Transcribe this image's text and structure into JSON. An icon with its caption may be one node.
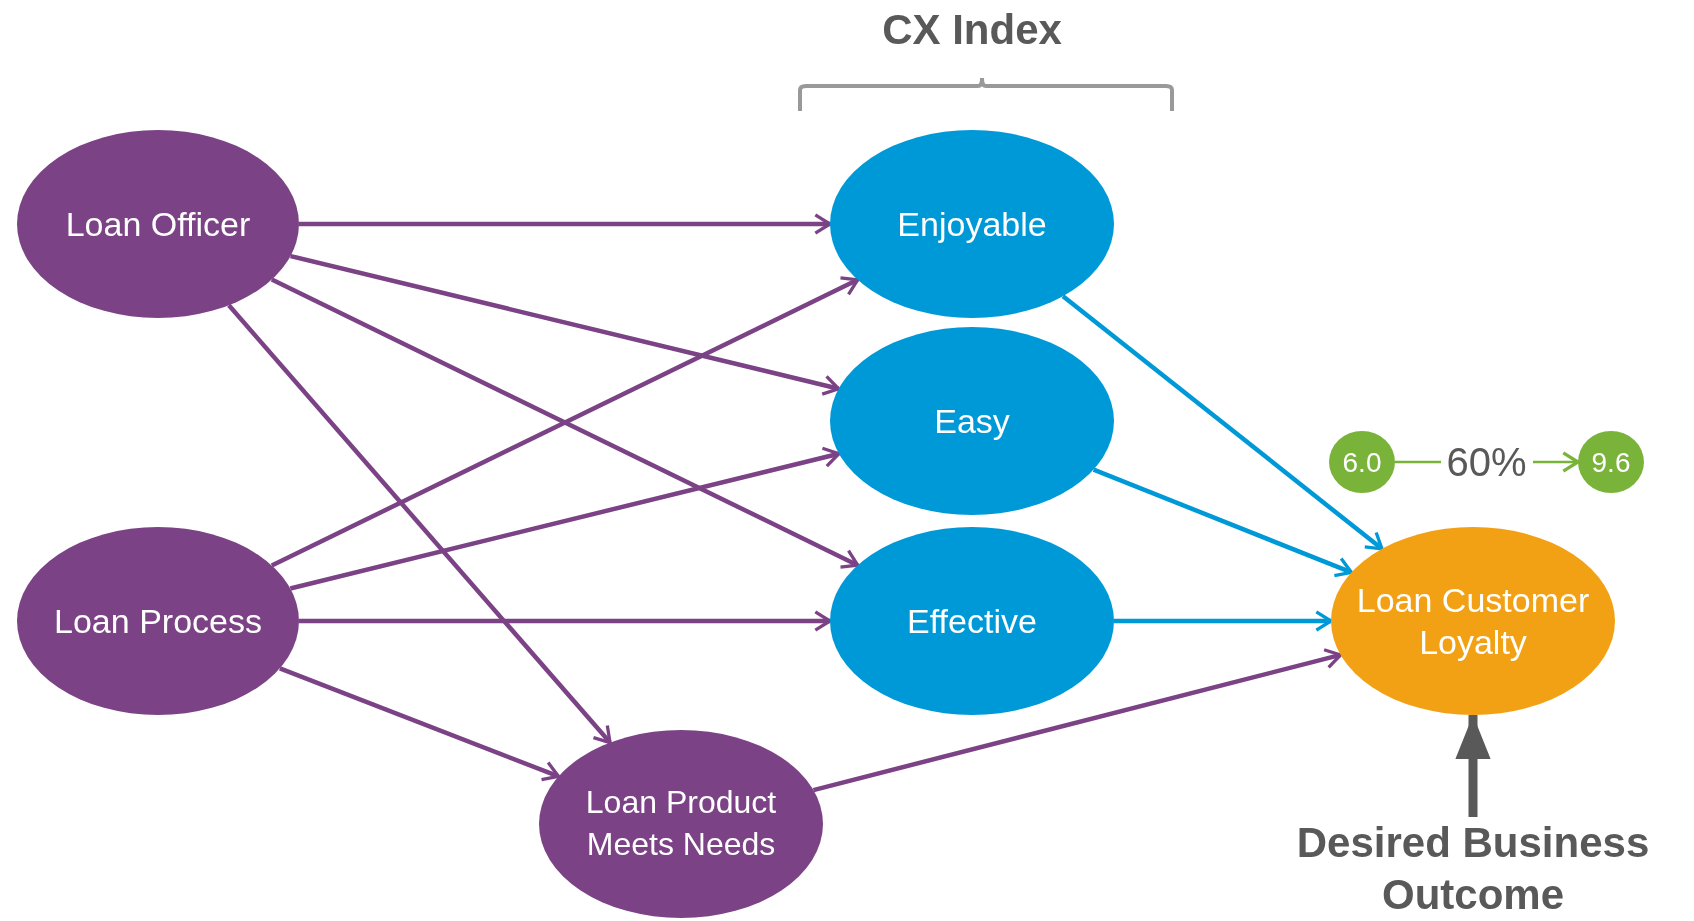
{
  "diagram": {
    "title": "CX Index",
    "nodes": [
      {
        "text": [
          "Loan Officer"
        ]
      },
      {
        "text": [
          "Loan Process"
        ]
      },
      {
        "text": [
          "Enjoyable"
        ]
      },
      {
        "text": [
          "Easy"
        ]
      },
      {
        "text": [
          "Effective"
        ]
      },
      {
        "text": [
          "Loan Product Meets Needs"
        ]
      },
      {
        "text": [
          "Loan Customer Loyalty"
        ]
      },
      {
        "text": [
          "6.0"
        ]
      },
      {
        "text": [
          "9.6"
        ]
      },
      {
        "text": [
          "Desired Business Outcome"
        ]
      }
    ],
    "edges": [
      {
        "from": 0,
        "to": 2,
        "arrow": "to"
      },
      {
        "from": 0,
        "to": 3,
        "arrow": "to"
      },
      {
        "from": 0,
        "to": 4,
        "arrow": "to"
      },
      {
        "from": 0,
        "to": 5,
        "arrow": "to"
      },
      {
        "from": 1,
        "to": 2,
        "arrow": "to"
      },
      {
        "from": 1,
        "to": 3,
        "arrow": "to"
      },
      {
        "from": 1,
        "to": 4,
        "arrow": "to"
      },
      {
        "from": 1,
        "to": 5,
        "arrow": "to"
      },
      {
        "from": 2,
        "to": 6,
        "arrow": "to",
        "color": "#0099d8"
      },
      {
        "from": 3,
        "to": 6,
        "arrow": "to",
        "color": "#0099d8"
      },
      {
        "from": 4,
        "to": 6,
        "arrow": "to",
        "color": "#0099d8"
      },
      {
        "from": 5,
        "to": 6,
        "arrow": "to"
      },
      {
        "from": 7,
        "to": 8,
        "arrow": "to",
        "label": "60%",
        "color": "#7ab33a"
      },
      {
        "from": 9,
        "to": 6,
        "arrow": "to",
        "style": "thick",
        "color": "#595959"
      }
    ]
  }
}
